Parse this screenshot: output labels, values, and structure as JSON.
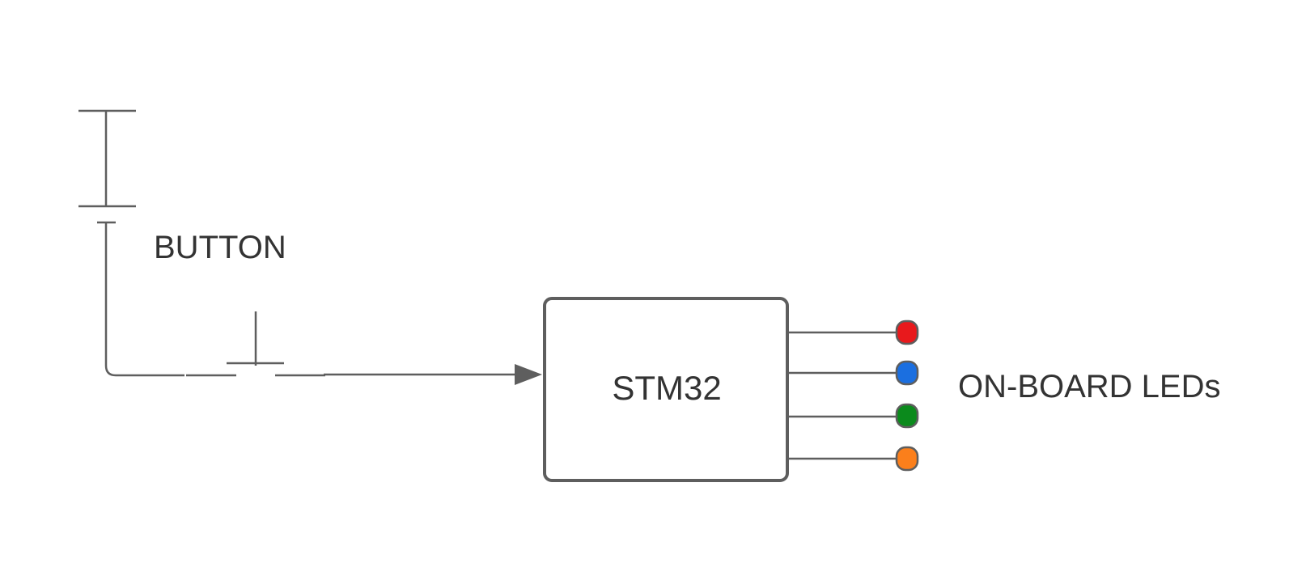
{
  "diagram": {
    "button_label": "BUTTON",
    "mcu_label": "STM32",
    "leds_label": "ON-BOARD LEDs",
    "colors": {
      "line": "#5e5e5e",
      "text": "#333333",
      "background": "#ffffff"
    },
    "leds": [
      {
        "name": "red-led",
        "color": "#e8191c"
      },
      {
        "name": "blue-led",
        "color": "#1b6fe0"
      },
      {
        "name": "green-led",
        "color": "#0b8a1c"
      },
      {
        "name": "orange-led",
        "color": "#fb7f1b"
      }
    ]
  }
}
